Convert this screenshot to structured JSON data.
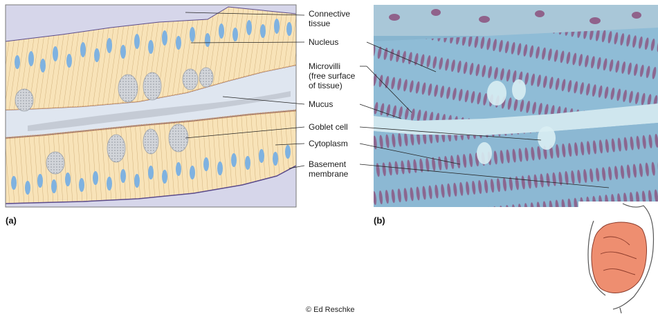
{
  "labels": {
    "connective_tissue": [
      "Connective",
      "tissue"
    ],
    "nucleus": "Nucleus",
    "microvilli": [
      "Microvilli",
      "(free surface",
      "of tissue)"
    ],
    "mucus": "Mucus",
    "goblet_cell": "Goblet cell",
    "cytoplasm": "Cytoplasm",
    "basement_membrane": [
      "Basement",
      "membrane"
    ]
  },
  "panels": {
    "a": "(a)",
    "b": "(b)"
  },
  "credit": "© Ed Reschke",
  "colors": {
    "cytoplasm": "#f8e3b8",
    "nucleus": "#7fb2e0",
    "connective": "#d6d6ea",
    "lumen": "#dfe6f0",
    "goblet": "#c9cdd4",
    "micrograph_bg": "#88b5cf",
    "micrograph_nucleus": "#8a4a78",
    "intestine": "#ee8e70"
  }
}
